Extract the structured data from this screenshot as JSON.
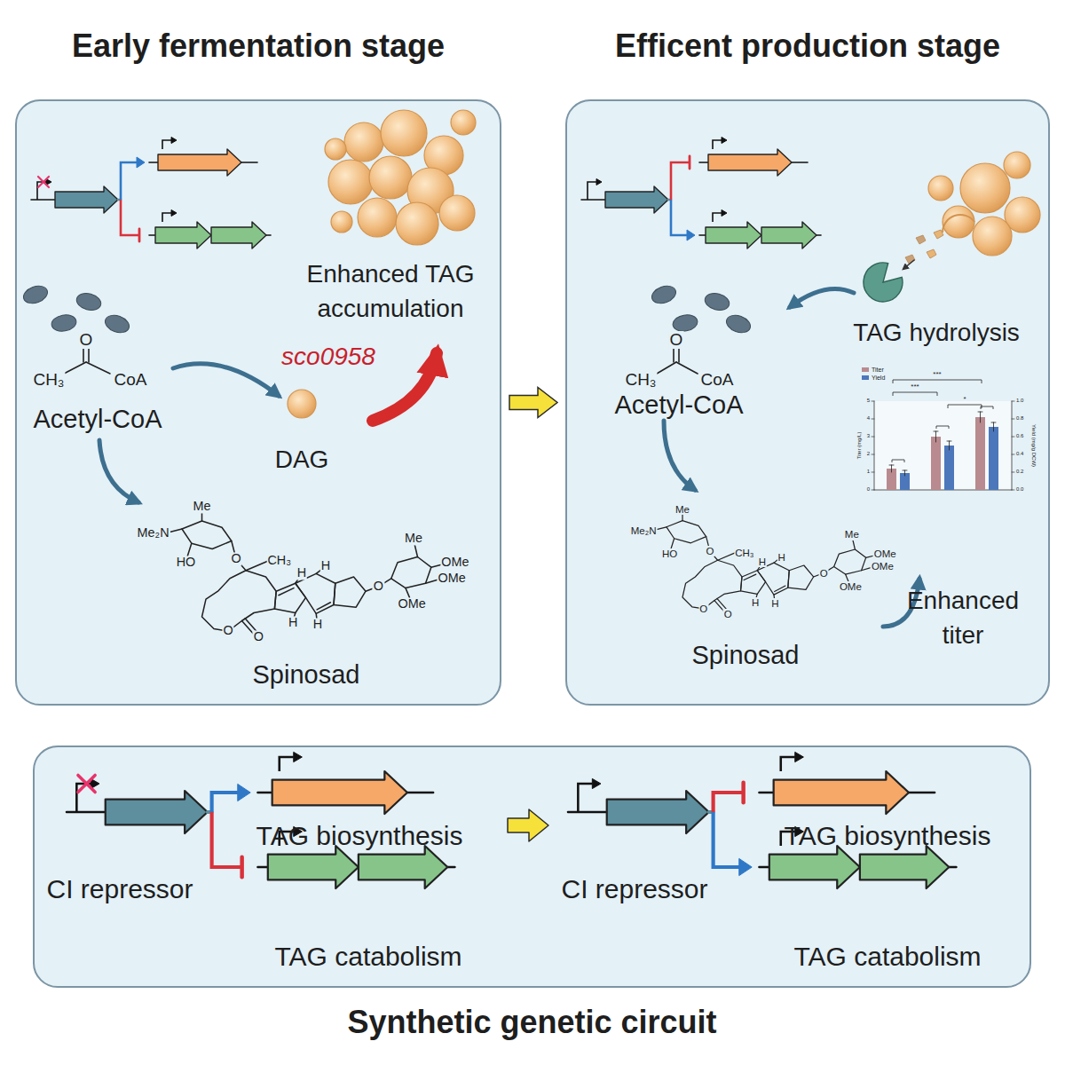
{
  "diagram": {
    "nodes": [
      {
        "text": [
          "Early fermentation stage"
        ]
      },
      {
        "text": [
          "Efficent production stage"
        ]
      },
      {
        "text": [
          "Synthetic genetic circuit"
        ]
      }
    ],
    "edges": [
      {
        "from": 0,
        "to": 1,
        "arrow": "to"
      }
    ],
    "labels": [
      "Enhanced TAG accumulation",
      "O",
      "CH₃",
      "CoA",
      "sco0958",
      "Acetyl-CoA",
      "DAG",
      "Me₂N",
      "Me",
      "HO",
      "O",
      "CH₃",
      "O",
      "O",
      "H",
      "H",
      "H",
      "H",
      "O",
      "Me",
      "OMe",
      "OMe",
      "OMe",
      "Spinosad",
      "TAG hydrolysis",
      "O",
      "CH₃",
      "CoA",
      "Acetyl-CoA",
      "***",
      "***",
      "*",
      "Titer (mg/L)",
      "Yield (mg/g DCW)",
      "0",
      "1",
      "2",
      "3",
      "4",
      "5",
      "0.0",
      "0.2",
      "0.4",
      "0.6",
      "0.8",
      "1.0",
      "Me₂N",
      "Me",
      "HO",
      "O",
      "CH₃",
      "O",
      "O",
      "H",
      "H",
      "H",
      "H",
      "O",
      "Me",
      "OMe",
      "OMe",
      "OMe",
      "Spinosad",
      "Enhanced titer",
      "CI repressor",
      "TAG biosynthesis",
      "TAG catabolism",
      "CI repressor",
      "TAG biosynthesis",
      "TAG catabolism"
    ],
    "legend": [
      {
        "text": "Titer",
        "color": "#b98a8f"
      },
      {
        "text": "Yield",
        "color": "#4c77bb"
      }
    ]
  }
}
